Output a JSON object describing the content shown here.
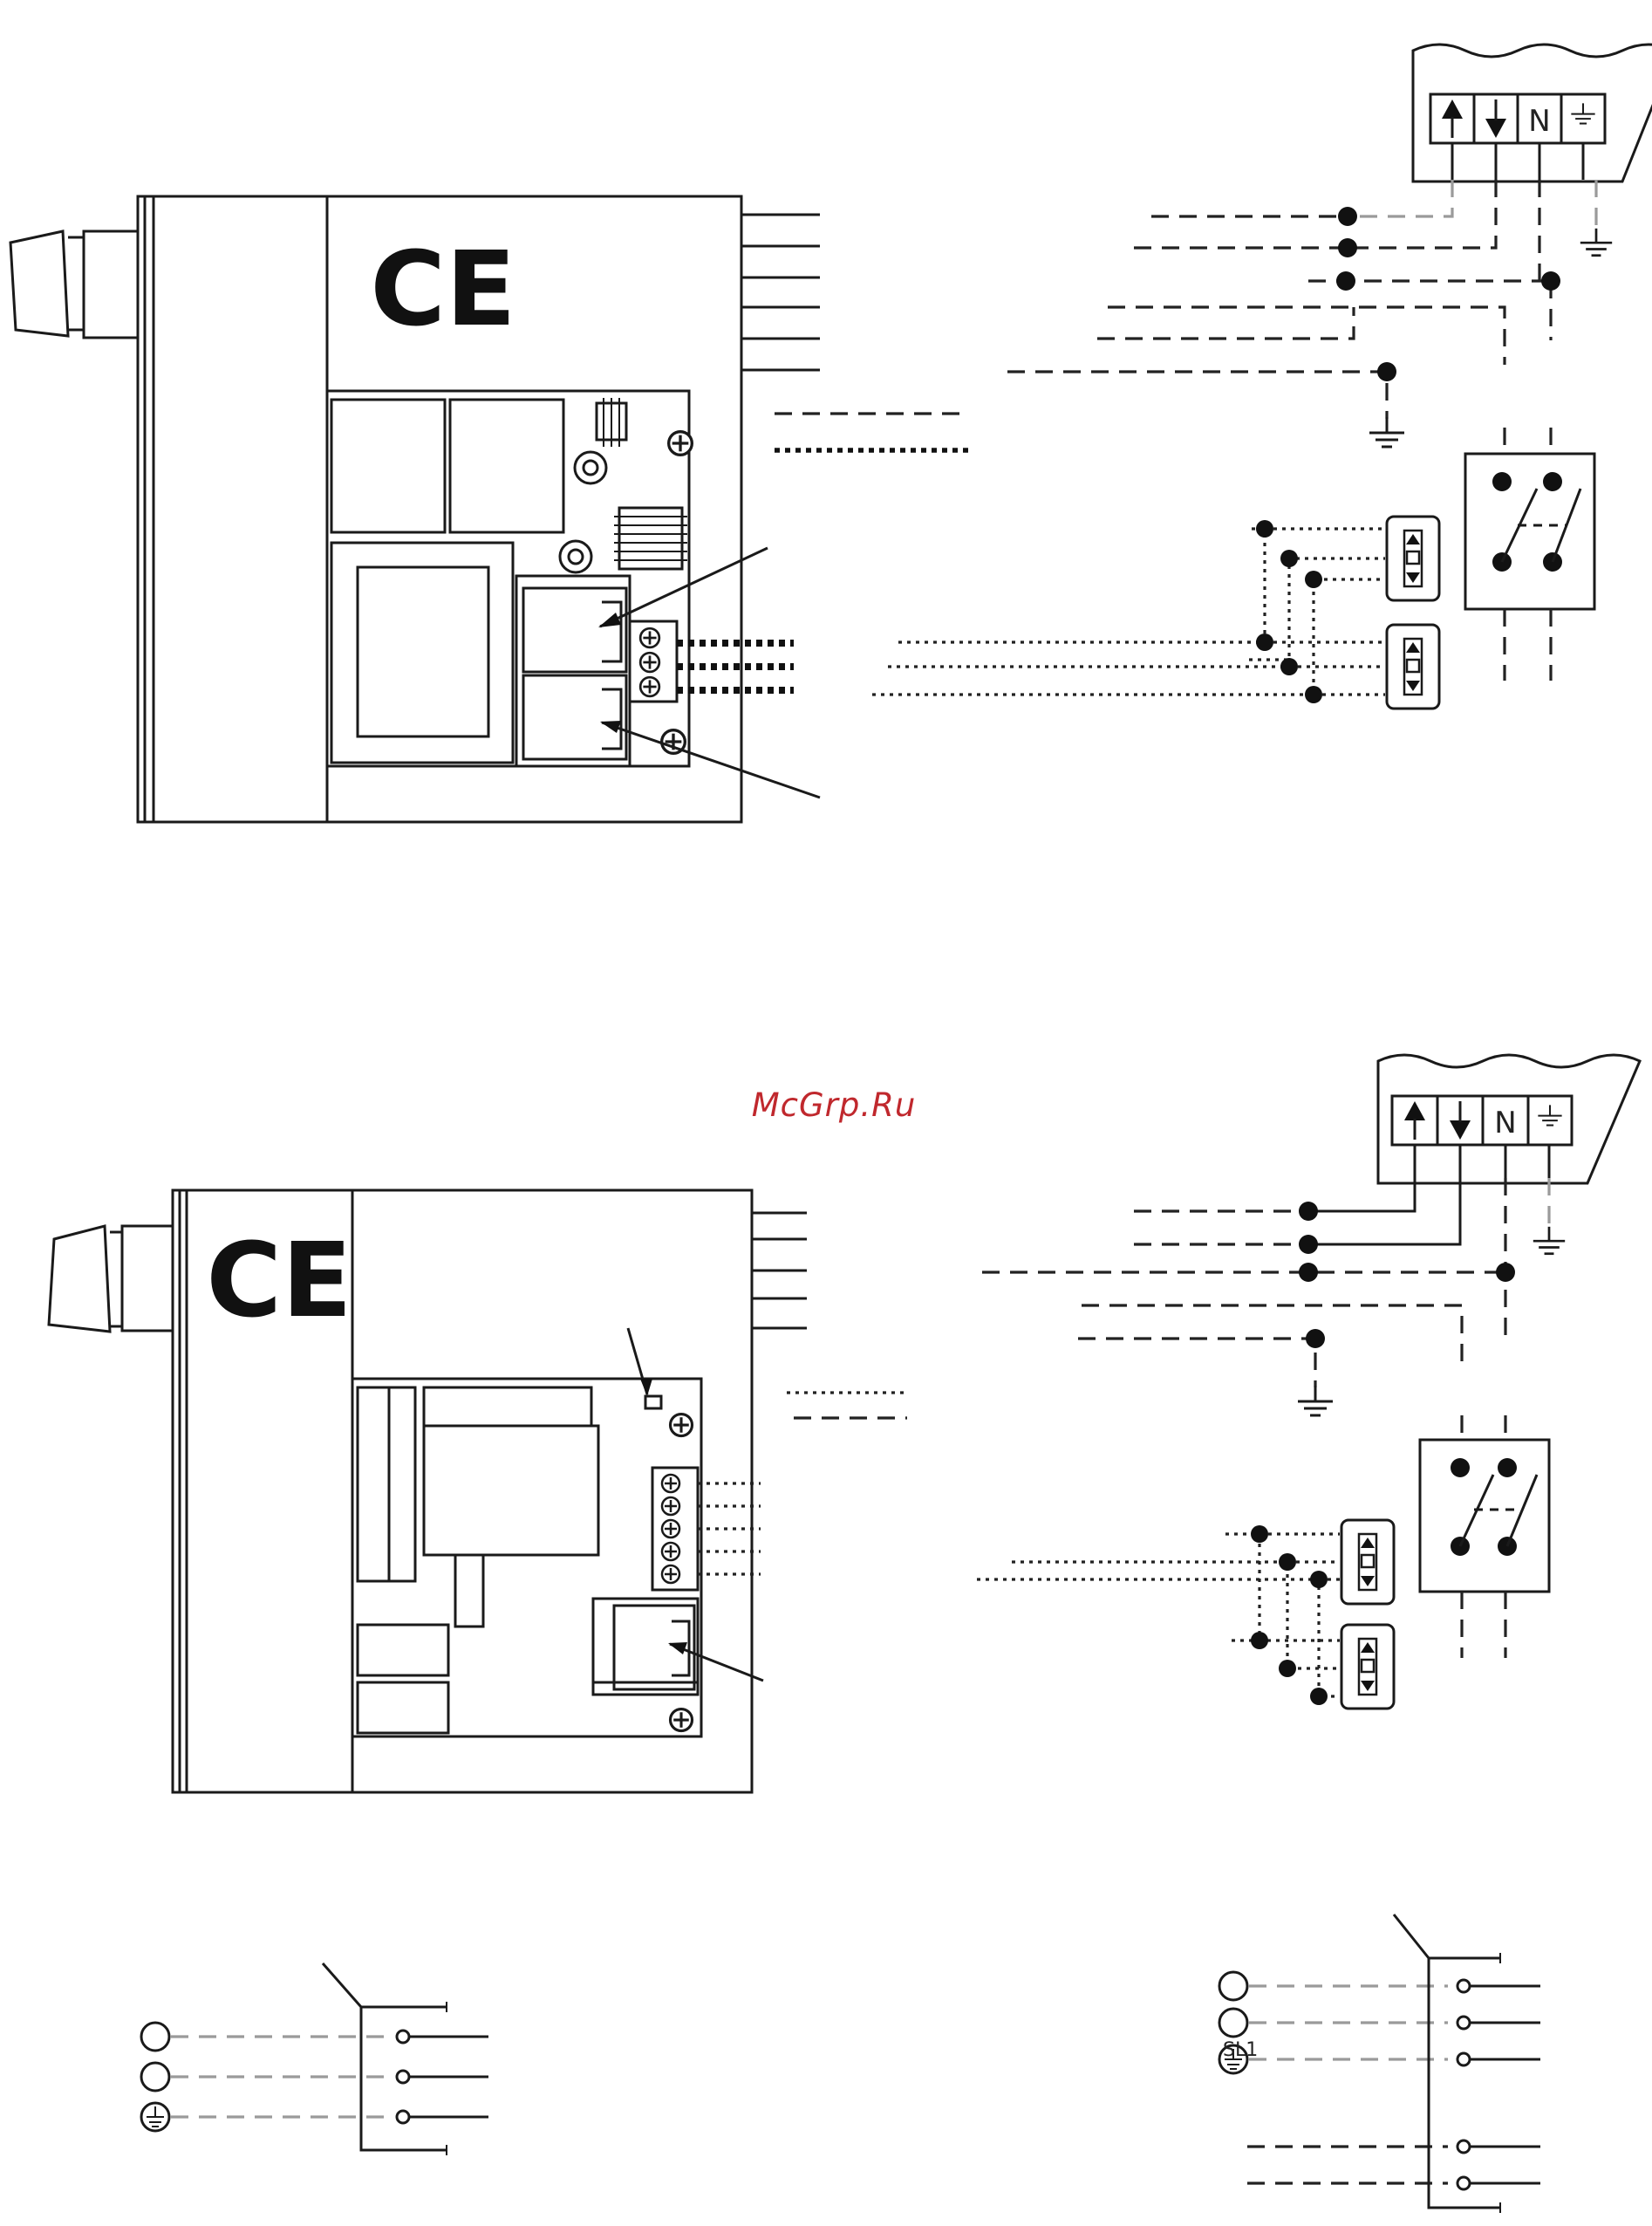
{
  "watermark": {
    "text": "McGrp.Ru",
    "color": "#c0282d"
  },
  "marks": {
    "ce": "CE",
    "neutral": "N",
    "terminal_id": "SL1"
  },
  "icons": [
    "arrow-up-icon",
    "arrow-down-icon",
    "earth-ground-icon",
    "screw-terminal-icon",
    "double-pole-switch-icon",
    "up-stop-down-button-icon"
  ]
}
